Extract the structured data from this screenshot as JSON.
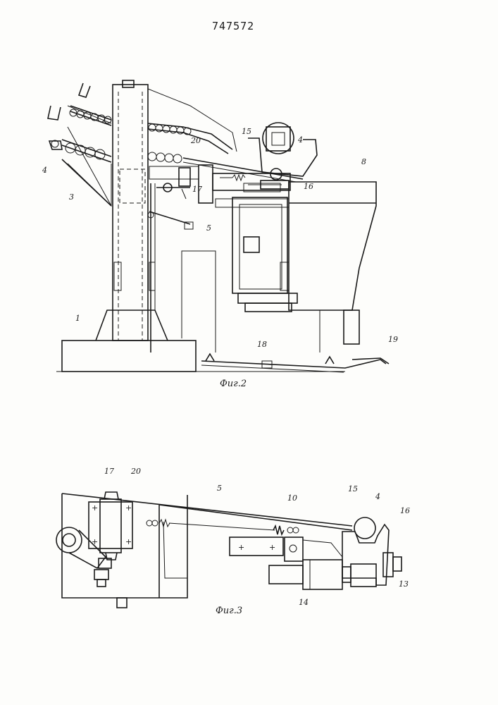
{
  "patent_number": "747572",
  "fig2": {
    "caption": "Фиг.2",
    "labels": {
      "l1": "1",
      "l3": "3",
      "l4a": "4",
      "l4b": "4",
      "l5": "5",
      "l8": "8",
      "l15": "15",
      "l16": "16",
      "l17": "17",
      "l18": "18",
      "l19": "19",
      "l20": "20"
    }
  },
  "fig3": {
    "caption": "Фиг.3",
    "labels": {
      "l17": "17",
      "l20": "20",
      "l5": "5",
      "l10": "10",
      "l15": "15",
      "l4": "4",
      "l16": "16",
      "l13": "13",
      "l14": "14"
    }
  }
}
